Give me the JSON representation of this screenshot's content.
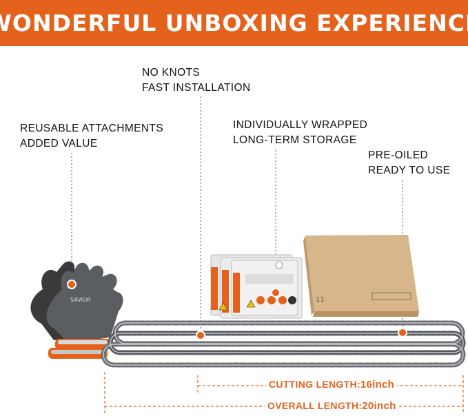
{
  "banner": {
    "title": "WONDERFUL UNBOXING EXPERIENCE"
  },
  "callouts": {
    "no_knots": {
      "line1": "NO KNOTS",
      "line2": "FAST INSTALLATION"
    },
    "reusable": {
      "line1": "REUSABLE ATTACHMENTS",
      "line2": "ADDED VALUE"
    },
    "wrapped": {
      "line1": "INDIVIDUALLY WRAPPED",
      "line2": "LONG-TERM STORAGE"
    },
    "preoiled": {
      "line1": "PRE-OILED",
      "line2": "READY TO USE"
    }
  },
  "glove": {
    "brand": "SAVIOR"
  },
  "dimensions": {
    "cutting": {
      "label": "CUTTING LENGTH:",
      "value": "16inch"
    },
    "overall": {
      "label": "OVERALL LENGTH:",
      "value": "20inch"
    }
  },
  "colors": {
    "accent": "#e4621b",
    "box": "#d8b98a",
    "chain": "#6b6e73"
  }
}
